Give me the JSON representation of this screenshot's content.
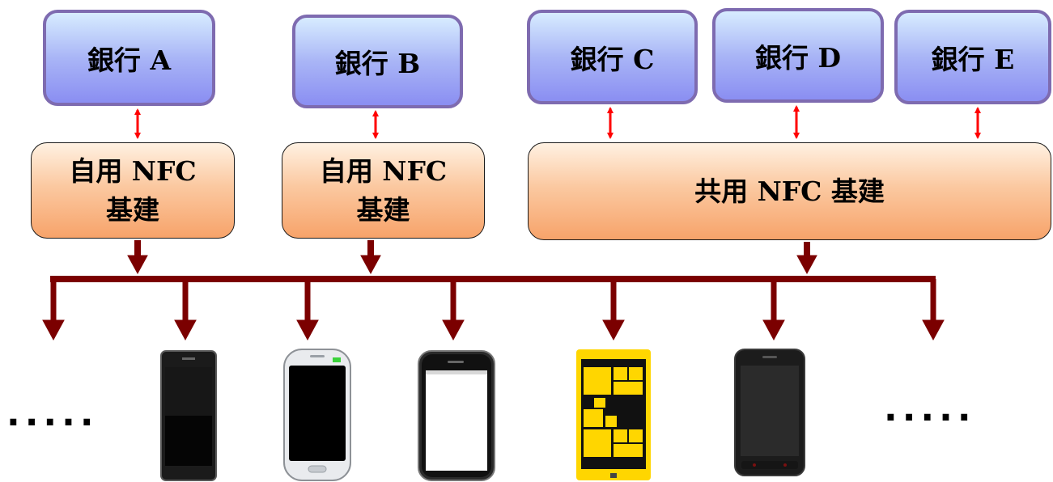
{
  "banks": [
    {
      "label": "銀行 A"
    },
    {
      "label": "銀行 B"
    },
    {
      "label": "銀行 C"
    },
    {
      "label": "銀行 D"
    },
    {
      "label": "銀行 E"
    }
  ],
  "infrastructure": {
    "own_a": {
      "line1": "自用 NFC",
      "line2": "基建"
    },
    "own_b": {
      "line1": "自用 NFC",
      "line2": "基建"
    },
    "shared": {
      "label": "共用 NFC 基建"
    }
  },
  "ellipsis": {
    "left": ".....",
    "right": "....."
  },
  "colors": {
    "bank_border": "#7e6bb0",
    "double_arrow": "#ff0000",
    "bus": "#7b0000",
    "phone_yellow": "#ffd600"
  }
}
